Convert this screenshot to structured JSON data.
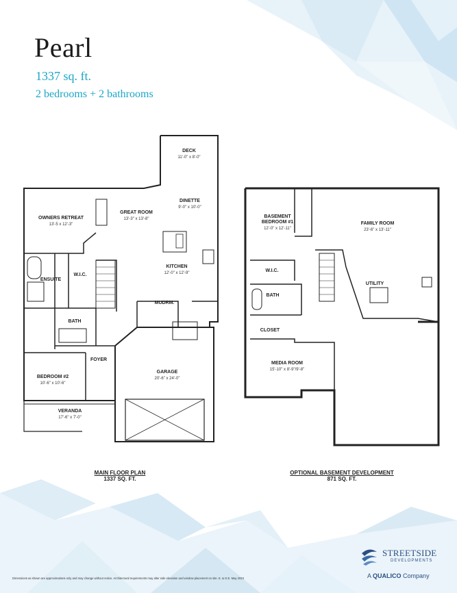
{
  "header": {
    "title": "Pearl",
    "sq_ft": "1337 sq. ft.",
    "rooms": "2 bedrooms + 2 bathrooms"
  },
  "main_floor": {
    "caption_line1": "MAIN FLOOR PLAN",
    "caption_line2": "1337 SQ. FT.",
    "rooms": {
      "deck": "DECK",
      "deck_dim": "11'-0\" x 8'-0\"",
      "owners": "OWNERS RETREAT",
      "owners_dim": "13'-5 x 12'-3\"",
      "great": "GREAT ROOM",
      "great_dim": "13'-3\" x 13'-8\"",
      "dinette": "DINETTE",
      "dinette_dim": "9'-0\" x 10'-0\"",
      "kitchen": "KITCHEN",
      "kitchen_dim": "12'-0\" x 12'-9\"",
      "wic": "W.I.C.",
      "ensuite": "ENSUITE",
      "mudrm": "MUDRM.",
      "bath": "BATH",
      "foyer": "FOYER",
      "bedroom2": "BEDROOM #2",
      "bedroom2_dim": "10'-6\" x 10'-6\"",
      "garage": "GARAGE",
      "garage_dim": "20'-6\" x 24'-0\"",
      "veranda": "VERANDA",
      "veranda_dim": "17'-6\" x 7'-0\""
    }
  },
  "basement": {
    "caption_line1": "OPTIONAL BASEMENT DEVELOPMENT",
    "caption_line2": "871 SQ. FT.",
    "rooms": {
      "bed1_a": "BASEMENT",
      "bed1_b": "BEDROOM #1",
      "bed1_dim": "12'-0\" x 12'-11\"",
      "family": "FAMILY ROOM",
      "family_dim": "23'-6\" x 13'-11\"",
      "wic": "W.I.C.",
      "utility": "UTILITY",
      "bath": "BATH",
      "closet": "CLOSET",
      "media": "MEDIA ROOM",
      "media_dim": "15'-10\" x 8'-9\"/9'-8\""
    }
  },
  "footer": {
    "disclaimer": "Dimensions as shown are approximations only and may change without notice. Architectural requirements may alter side elevation and window placement on site. E. & O.E.     May 2023",
    "logo_main": "STREETSIDE",
    "logo_sub": "DEVELOPMENTS",
    "company_prefix": "A",
    "company_name": "QUALICO",
    "company_suffix": "Company"
  },
  "colors": {
    "accent": "#1aa6c8",
    "logo": "#2b4f82",
    "line": "#222222"
  }
}
